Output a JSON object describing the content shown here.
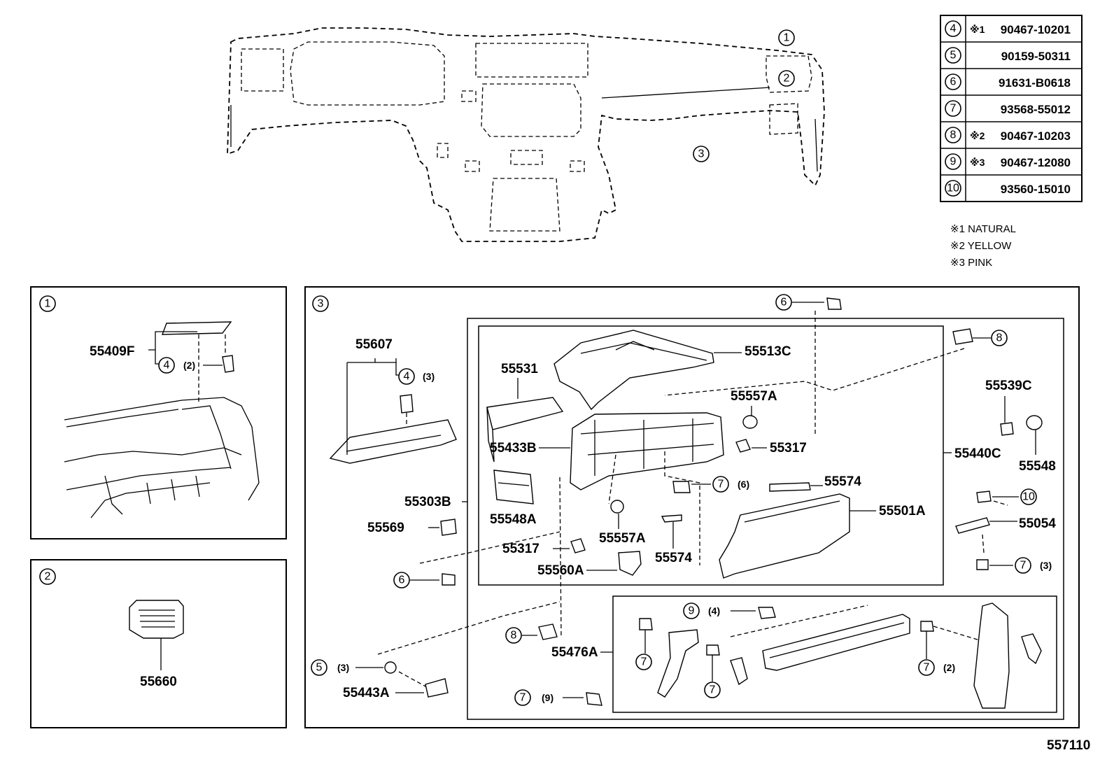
{
  "diagram_id": "557110",
  "table": [
    {
      "ref": "4",
      "mark": "※1",
      "part": "90467-10201"
    },
    {
      "ref": "5",
      "mark": "",
      "part": "90159-50311"
    },
    {
      "ref": "6",
      "mark": "",
      "part": "91631-B0618"
    },
    {
      "ref": "7",
      "mark": "",
      "part": "93568-55012"
    },
    {
      "ref": "8",
      "mark": "※2",
      "part": "90467-10203"
    },
    {
      "ref": "9",
      "mark": "※3",
      "part": "90467-12080"
    },
    {
      "ref": "10",
      "mark": "",
      "part": "93560-15010"
    }
  ],
  "notes": [
    "※1 NATURAL",
    "※2 YELLOW",
    "※3 PINK"
  ],
  "overview_refs": [
    "1",
    "2",
    "3"
  ],
  "panels": {
    "p1": {
      "ref": "1",
      "labels": {
        "pad": "55409F",
        "clip": "4",
        "qty": "(2)"
      }
    },
    "p2": {
      "ref": "2",
      "labels": {
        "vent": "55660"
      }
    },
    "p3": {
      "ref": "3",
      "labels": {
        "l55607": "55607",
        "l55531": "55531",
        "l55513C": "55513C",
        "l55557A_a": "55557A",
        "l55433B": "55433B",
        "l55317_a": "55317",
        "l55440C": "55440C",
        "l55539C": "55539C",
        "l55548": "55548",
        "l55303B": "55303B",
        "l55548A": "55548A",
        "l55574_a": "55574",
        "l55501A": "55501A",
        "l55569": "55569",
        "l55557A_b": "55557A",
        "l55317_b": "55317",
        "l55560A": "55560A",
        "l55574_b": "55574",
        "l55054": "55054",
        "l55476A": "55476A",
        "l55443A": "55443A"
      },
      "callouts": {
        "c6top": "6",
        "c8top": "8",
        "c4": "4",
        "c4q": "(3)",
        "c7mid": "7",
        "c7midq": "(6)",
        "c10": "10",
        "c7r": "7",
        "c7rq": "(3)",
        "c6left": "6",
        "c9": "9",
        "c9q": "(4)",
        "c8low": "8",
        "c5": "5",
        "c5q": "(3)",
        "c7a": "7",
        "c7b": "7",
        "c7c": "7",
        "c7cq": "(2)",
        "c7d": "7",
        "c7dq": "(9)"
      }
    }
  }
}
